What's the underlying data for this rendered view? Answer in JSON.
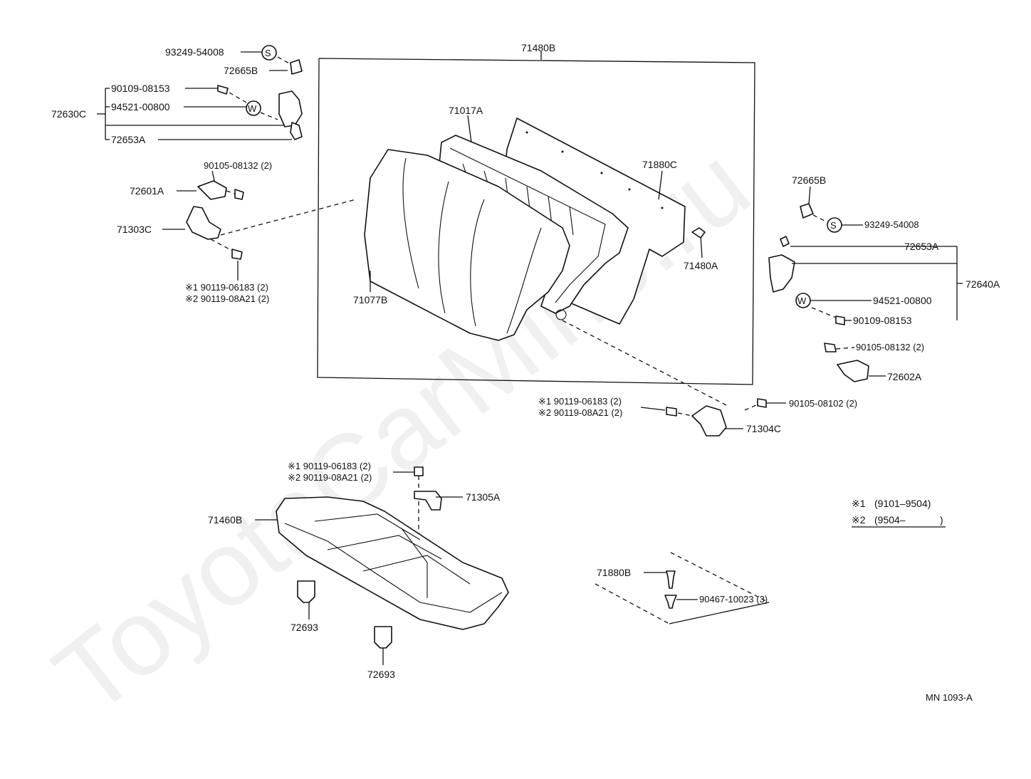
{
  "watermark": "ToyotaCarMine.ru",
  "drawing_code": "MN 1093-A",
  "legend": {
    "note1_mark": "※1",
    "note1_range": "(9101–9504)",
    "note2_mark": "※2",
    "note2_range": "(9504–",
    "note2_close": ")"
  },
  "symbols": {
    "s": "S",
    "w": "W"
  },
  "labels": {
    "p93249_l": "93249-54008",
    "p72665b_l": "72665B",
    "p90109_l": "90109-08153",
    "p94521_l": "94521-00800",
    "p72630c": "72630C",
    "p72653a_l": "72653A",
    "p90105_l": "90105-08132 (2)",
    "p72601a": "72601A",
    "p71303c": "71303C",
    "p90119a_l": "※1 90119-06183 (2)",
    "p90119b_l": "※2 90119-08A21 (2)",
    "p71480b": "71480B",
    "p71017a": "71017A",
    "p71880c": "71880C",
    "p71480a": "71480A",
    "p71077b": "71077B",
    "p72665b_r": "72665B",
    "p93249_r": "93249-54008",
    "p72653a_r": "72653A",
    "p72640a": "72640A",
    "p94521_r": "94521-00800",
    "p90109_r": "90109-08153",
    "p90105_r": "90105-08132 (2)",
    "p72602a": "72602A",
    "p90119a_m": "※1 90119-06183 (2)",
    "p90119b_m": "※2 90119-08A21 (2)",
    "p90105_08102": "90105-08102 (2)",
    "p71304c": "71304C",
    "p90119a_b": "※1 90119-06183 (2)",
    "p90119b_b": "※2 90119-08A21 (2)",
    "p71305a": "71305A",
    "p71460b": "71460B",
    "p72693_a": "72693",
    "p72693_b": "72693",
    "p71880b": "71880B",
    "p90467": "90467-10023 (3)"
  }
}
